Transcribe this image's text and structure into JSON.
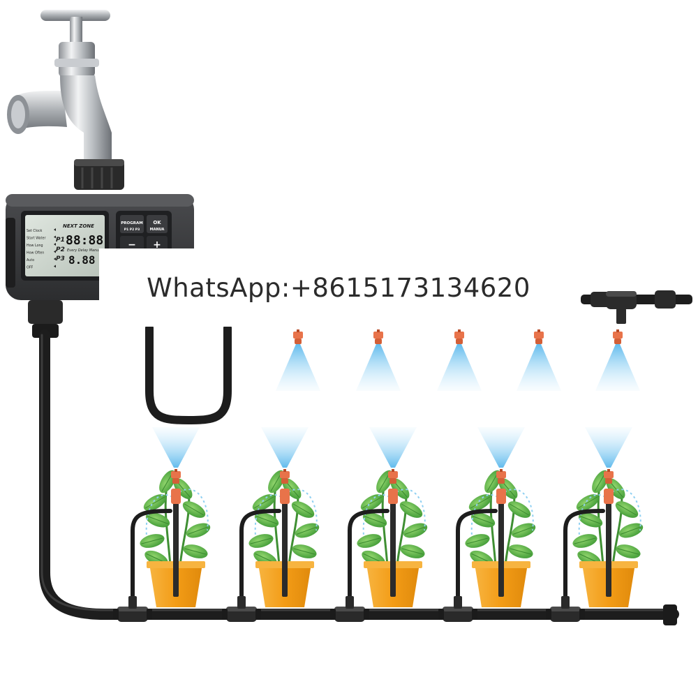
{
  "banner": {
    "contact": "WhatsApp:+8615173134620"
  },
  "timer": {
    "lcd_menu": [
      "Set Clock",
      "Start Water",
      "How Long",
      "How Often",
      "Auto",
      "OFF"
    ],
    "lcd_next_zone": "NEXT ZONE",
    "lcd_programs": [
      "P1",
      "P2",
      "P3"
    ],
    "lcd_digits_p1": "88:88",
    "lcd_digits_p3": "8.88",
    "lcd_flags": "Every Delay Manual",
    "buttons": {
      "program": "PROGRAM",
      "program_sub": "P1 P2 P3",
      "ok": "OK",
      "manual": "MANUA",
      "minus": "−",
      "plus": "+"
    }
  },
  "colors": {
    "pipe": "#1d1d1d",
    "timer_body": "#3a3b3d",
    "lcd_bg": "#cfd7d0",
    "nozzle": "#e8734a",
    "spray": "#8fd0f2",
    "pot": "#f4a21e",
    "leaf": "#5fb84a"
  },
  "scene": {
    "plant_count": 5,
    "hanging_misters": 5,
    "icons": [
      "faucet-icon",
      "water-timer-icon",
      "mist-nozzle-icon",
      "potted-plant-icon",
      "drip-stake-icon",
      "tee-connector-icon"
    ]
  }
}
